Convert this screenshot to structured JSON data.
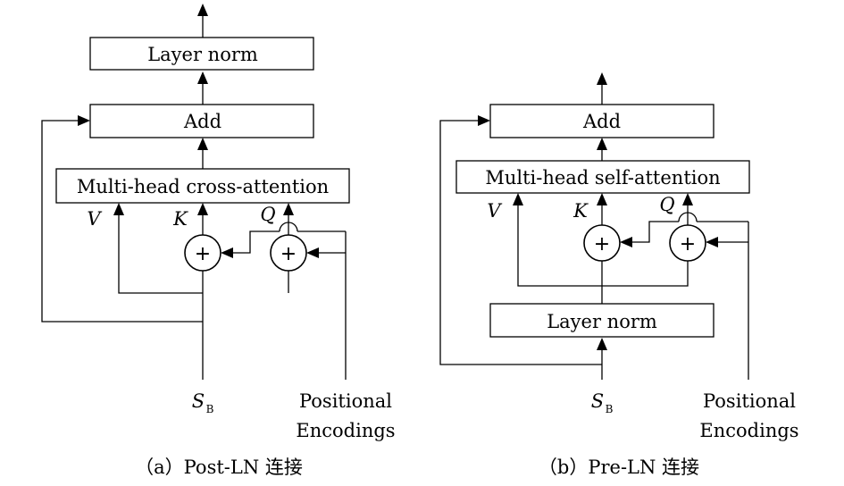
{
  "panel_a": {
    "layer_norm_label": "Layer norm",
    "add_label": "Add",
    "attention_label": "Multi-head cross-attention",
    "v_label": "V",
    "k_label": "K",
    "q_label": "Q",
    "plus_symbol": "+",
    "input_s": "S",
    "input_sub": "B",
    "positional_line1": "Positional",
    "positional_line2": "Encodings",
    "caption": "（a）Post-LN 连接"
  },
  "panel_b": {
    "add_label": "Add",
    "attention_label": "Multi-head self-attention",
    "layer_norm_label": "Layer norm",
    "v_label": "V",
    "k_label": "K",
    "q_label": "Q",
    "plus_symbol": "+",
    "input_s": "S",
    "input_sub": "B",
    "positional_line1": "Positional",
    "positional_line2": "Encodings",
    "caption": "（b）Pre-LN 连接"
  }
}
